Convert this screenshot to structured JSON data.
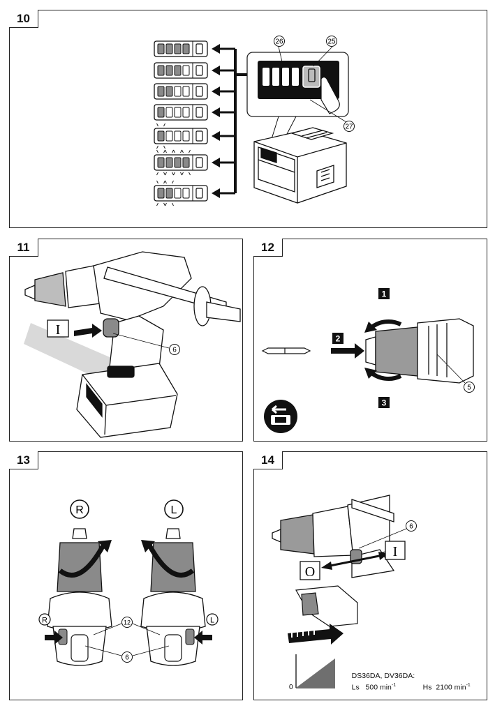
{
  "figures": [
    {
      "number": "10"
    },
    {
      "number": "11"
    },
    {
      "number": "12"
    },
    {
      "number": "13"
    },
    {
      "number": "14"
    }
  ],
  "callouts": {
    "c25": "25",
    "c26": "26",
    "c27": "27",
    "c5": "5",
    "c6": "6",
    "c12": "12"
  },
  "battery_levels": [
    {
      "filled": 4,
      "blink": false
    },
    {
      "filled": 3,
      "blink": false
    },
    {
      "filled": 2,
      "blink": false
    },
    {
      "filled": 1,
      "blink": false
    },
    {
      "filled": 1,
      "blink": true
    },
    {
      "filled": 4,
      "blink": true
    },
    {
      "filled": 2,
      "blink": true
    }
  ],
  "switch_labels": {
    "on": "I",
    "off": "O"
  },
  "steps": {
    "s1": "1",
    "s2": "2",
    "s3": "3"
  },
  "rotation": {
    "right": "R",
    "left": "L"
  },
  "speed_spec": {
    "models": "DS36DA, DV36DA:",
    "ls_label": "Ls",
    "ls_value": "500 min",
    "hs_label": "Hs",
    "hs_value": "2100 min",
    "unit_exp": "-1",
    "zero": "0"
  },
  "colors": {
    "ink": "#111111",
    "gray": "#8a8a8a",
    "light": "#d9d9d9"
  }
}
